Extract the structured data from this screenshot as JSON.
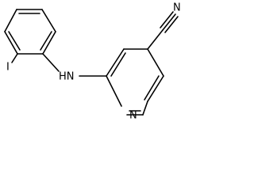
{
  "molecule": {
    "atoms": {
      "iodine": "I",
      "amine": "HN",
      "ring_nitrogen": "N",
      "nitrile_nitrogen": "N"
    }
  }
}
